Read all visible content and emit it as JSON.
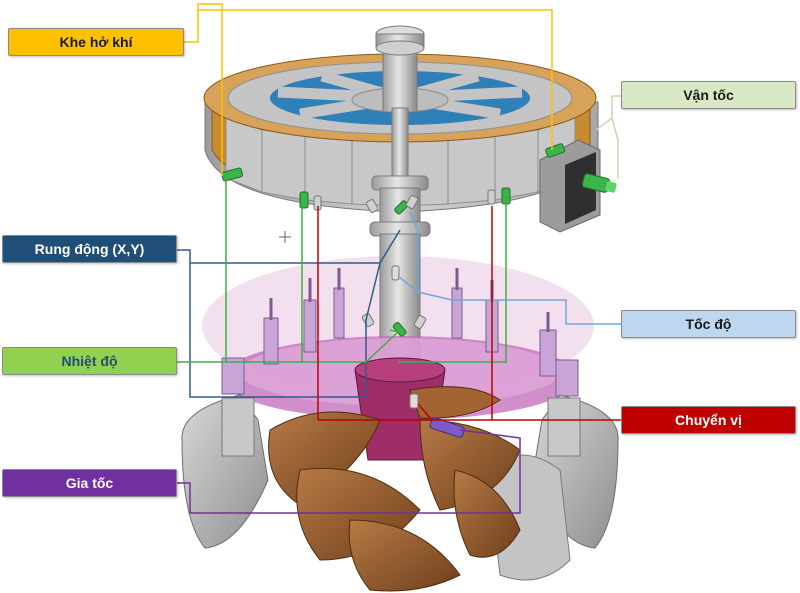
{
  "labels": {
    "air_gap": {
      "text": "Khe hở khí",
      "bg": "#ffc000",
      "fg": "#1a1a1a"
    },
    "vibration": {
      "text": "Rung động (X,Y)",
      "bg": "#1f4e79",
      "fg": "#ffffff"
    },
    "temperature": {
      "text": "Nhiệt độ",
      "bg": "#92d050",
      "fg": "#1f4e79"
    },
    "acceleration": {
      "text": "Gia tốc",
      "bg": "#7030a0",
      "fg": "#ffffff"
    },
    "speed": {
      "text": "Vận tốc",
      "bg": "#d9e8c4",
      "fg": "#1a1a1a"
    },
    "rpm": {
      "text": "Tốc độ",
      "bg": "#bdd7ee",
      "fg": "#1a1a1a"
    },
    "displacement": {
      "text": "Chuyển vị",
      "bg": "#c00000",
      "fg": "#ffffff"
    }
  },
  "line_colors": {
    "air_gap": "#ffc000",
    "vibration": "#2e5c8a",
    "temperature": "#3cb043",
    "acceleration": "#7030a0",
    "speed": "#c8d8b0",
    "rpm": "#6fa8dc",
    "displacement": "#c00000"
  }
}
